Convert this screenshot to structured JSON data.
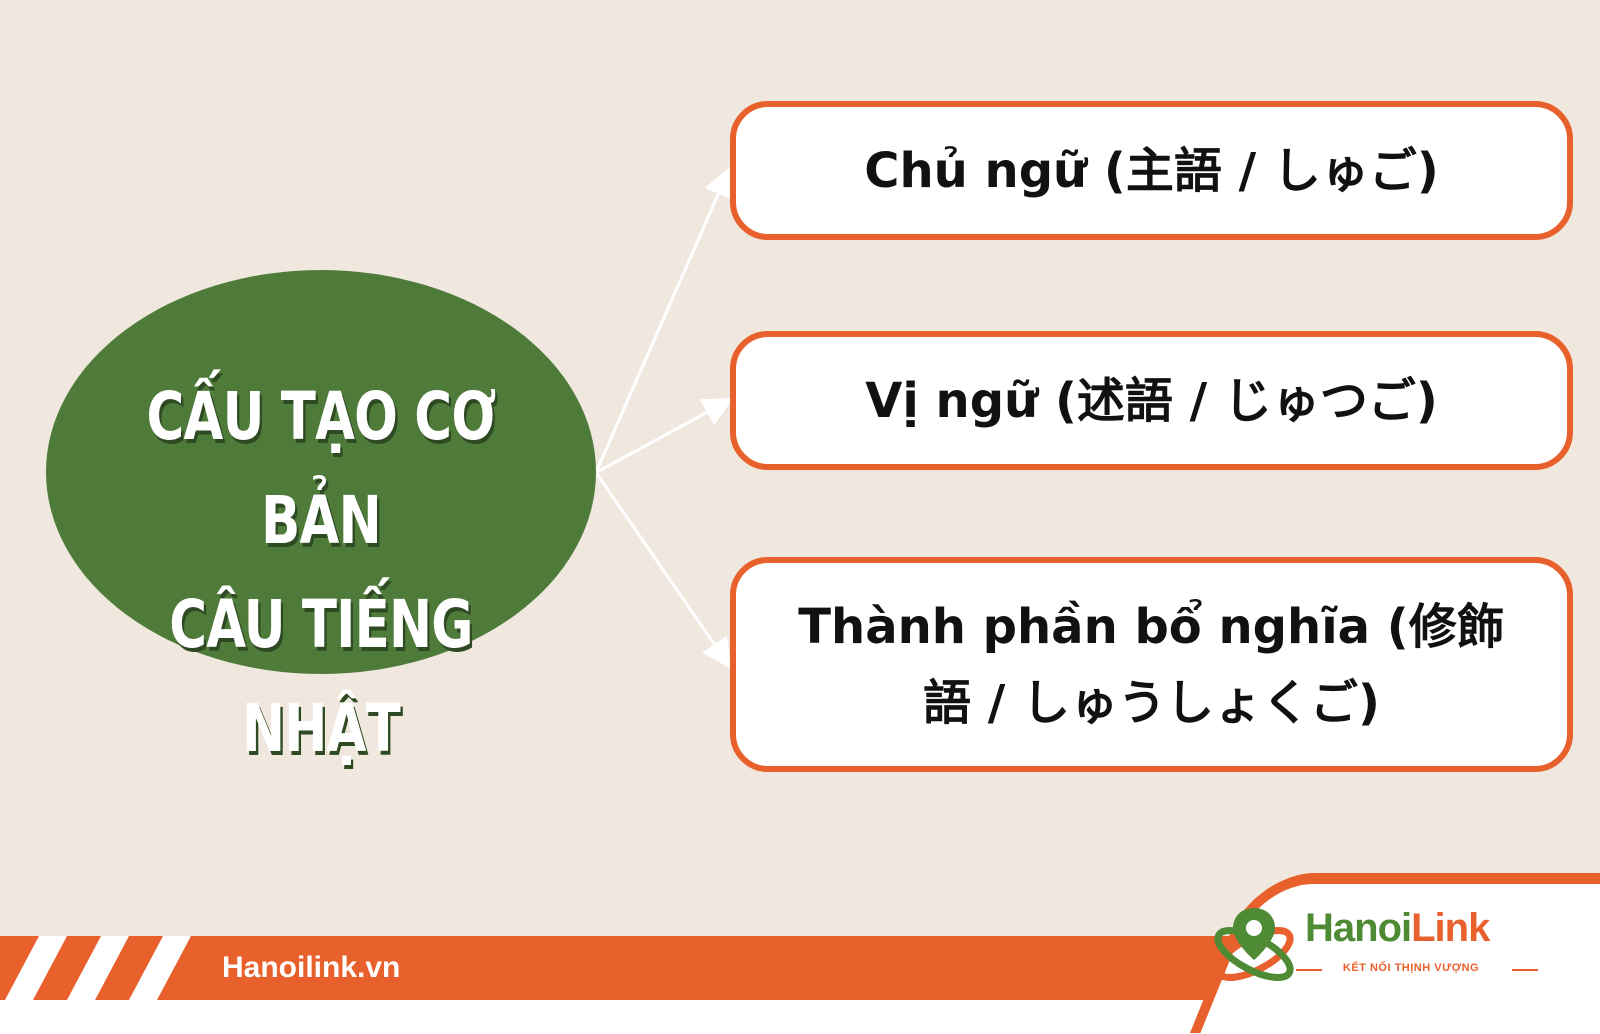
{
  "center_node": {
    "line1": "CẤU TẠO CƠ BẢN",
    "line2": "CÂU TIẾNG NHẬT"
  },
  "branches": [
    {
      "label": "Chủ ngữ (主語 / しゅご)"
    },
    {
      "label": "Vị ngữ (述語 / じゅつご)"
    },
    {
      "label": "Thành phần bổ nghĩa (修飾語 / しゅうしょくご)"
    }
  ],
  "footer": {
    "url": "Hanoilink.vn"
  },
  "logo": {
    "name_part1": "Hanoi",
    "name_part2": "Link",
    "tagline": "KẾT NỐI THỊNH VƯỢNG"
  },
  "colors": {
    "background": "#f0e8de",
    "ellipse": "#4f7b3a",
    "accent_orange": "#e8602c",
    "box_fill": "#ffffff",
    "arrow": "#ffffff",
    "logo_green": "#4f8a34"
  }
}
